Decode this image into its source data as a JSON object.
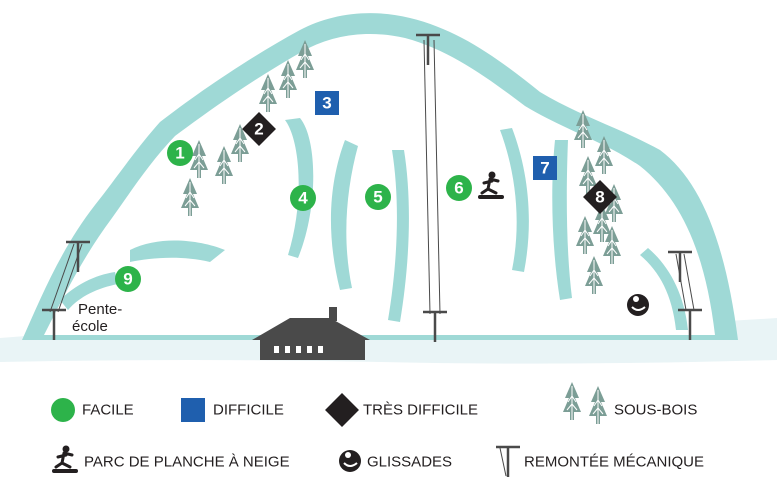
{
  "colors": {
    "facile": "#2db34a",
    "difficile": "#1f5fae",
    "tres_difficile": "#231f20",
    "snow": "#ffffff",
    "ice": "#9fd9d6",
    "ground": "#e9f4f6",
    "tree": "#7c9e96",
    "dark": "#231f20",
    "lodge": "#4a4a4a"
  },
  "trails": [
    {
      "number": "1",
      "level": "facile"
    },
    {
      "number": "2",
      "level": "tres_difficile"
    },
    {
      "number": "3",
      "level": "difficile"
    },
    {
      "number": "4",
      "level": "facile"
    },
    {
      "number": "5",
      "level": "facile"
    },
    {
      "number": "6",
      "level": "facile"
    },
    {
      "number": "7",
      "level": "difficile"
    },
    {
      "number": "8",
      "level": "tres_difficile"
    },
    {
      "number": "9",
      "level": "facile"
    }
  ],
  "map_labels": {
    "pente_ecole_line1": "Pente-",
    "pente_ecole_line2": "école"
  },
  "legend": {
    "facile": "FACILE",
    "difficile": "DIFFICILE",
    "tres_difficile": "TRÈS DIFFICILE",
    "sous_bois": "SOUS-BOIS",
    "parc": "PARC DE PLANCHE À NEIGE",
    "glissades": "GLISSADES",
    "remontee": "REMONTÉE MÉCANIQUE"
  },
  "icons": {
    "facile": "green-circle-icon",
    "difficile": "blue-square-icon",
    "tres_difficile": "black-diamond-icon",
    "sous_bois": "pine-trees-icon",
    "parc": "snowboarder-icon",
    "glissades": "snow-tube-icon",
    "remontee": "ski-lift-icon"
  }
}
